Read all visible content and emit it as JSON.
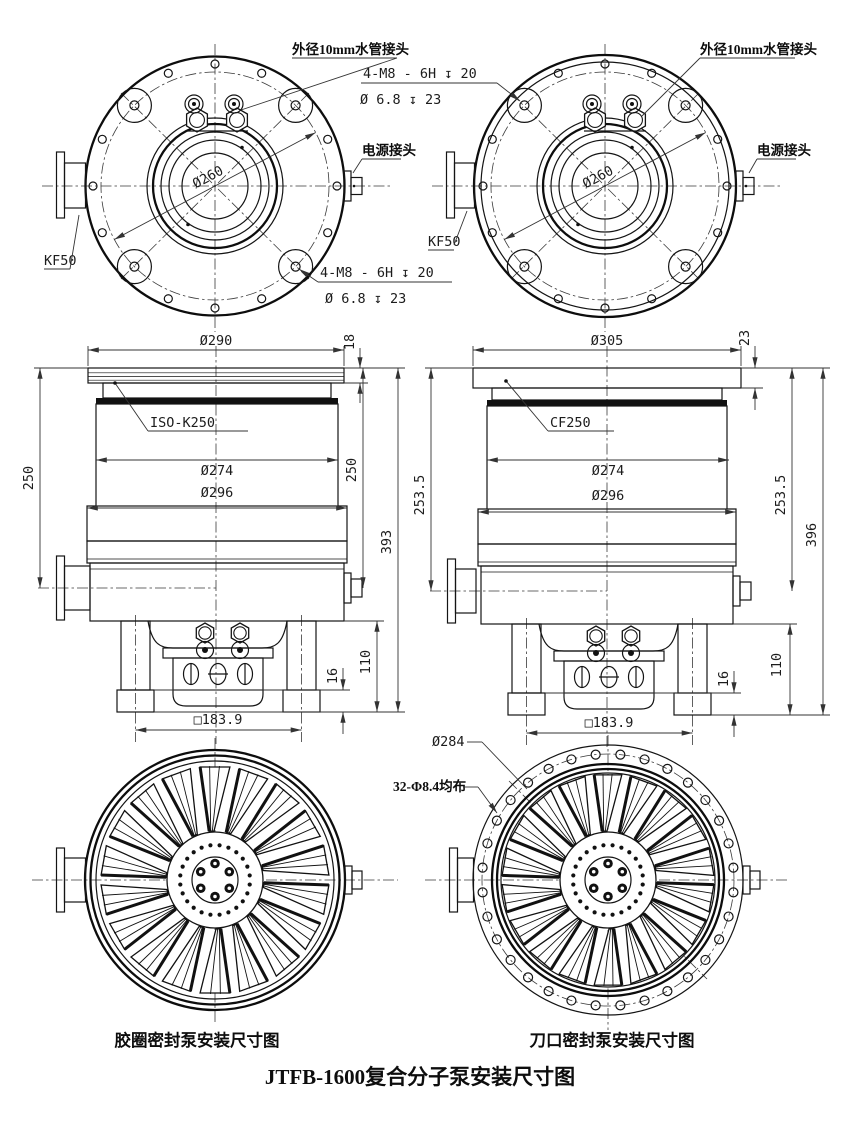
{
  "drawing": {
    "title": "JTFB-1600复合分子泵安装尺寸图",
    "caption_left": "胶圈密封泵安装尺寸图",
    "caption_right": "刀口密封泵安装尺寸图"
  },
  "top_left_view": {
    "water_fitting_label": "外径10mm水管接头",
    "power_connector_label": "电源接头",
    "port_label": "KF50",
    "bolt_circle_dim": "Ø260",
    "thread_note_line1": "4-M8 - 6H ↧ 20",
    "thread_note_line2": "Ø 6.8 ↧ 23"
  },
  "top_right_view": {
    "water_fitting_label": "外径10mm水管接头",
    "power_connector_label": "电源接头",
    "port_label": "KF50",
    "bolt_circle_dim": "Ø260",
    "thread_note_line1": "4-M8 - 6H ↧ 20",
    "thread_note_line2": "Ø 6.8 ↧ 23"
  },
  "side_left_view": {
    "flange_label": "ISO-K250",
    "flange_od": "Ø290",
    "flange_thickness": "18",
    "inlet_height_left": "250",
    "inlet_height_right": "250",
    "total_height": "393",
    "body_id": "Ø274",
    "body_od": "Ø296",
    "foot_height": "16",
    "base_height": "110",
    "foot_span": "□183.9"
  },
  "side_right_view": {
    "flange_label": "CF250",
    "flange_od": "Ø305",
    "flange_thickness": "23",
    "inlet_height_left": "253.5",
    "inlet_height_right": "253.5",
    "total_height": "396",
    "body_id": "Ø274",
    "body_od": "Ø296",
    "foot_height": "16",
    "base_height": "110",
    "foot_span": "□183.9"
  },
  "bottom_right_view": {
    "bolt_circle_dim": "Ø284",
    "holes_note": "32-Φ8.4均布"
  }
}
